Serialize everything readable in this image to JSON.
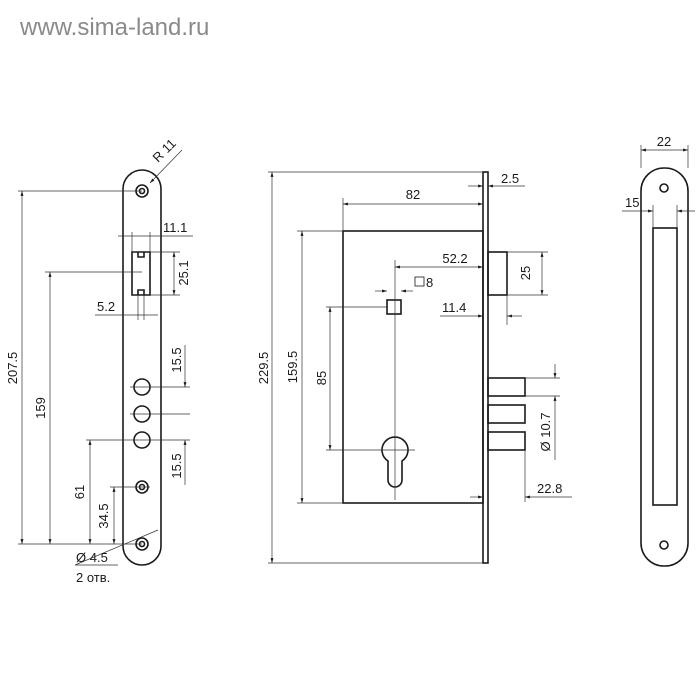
{
  "watermark": "www.sima-land.ru",
  "faceplate_view": {
    "radius": "R 11",
    "width_slot": "11.1",
    "slot_height": "25.1",
    "slot_inner": "5.2",
    "total_holes": "207.5",
    "height_159": "159",
    "spacing_top": "15.5",
    "spacing_bottom": "15.5",
    "height_61": "61",
    "height_34_5": "34.5",
    "hole_diameter": "Ø 4.5",
    "hole_count": "2 отв."
  },
  "side_view": {
    "plate_thickness": "2.5",
    "body_depth": "82",
    "backset": "52.2",
    "spindle": "8",
    "latch_height": "25",
    "latch_projection": "11.4",
    "total_height": "229.5",
    "body_height": "159.5",
    "center_distance": "85",
    "bolt_diameter": "Ø 10.7",
    "bolt_projection": "22.8"
  },
  "strike_view": {
    "width": "22",
    "inner": "15"
  }
}
